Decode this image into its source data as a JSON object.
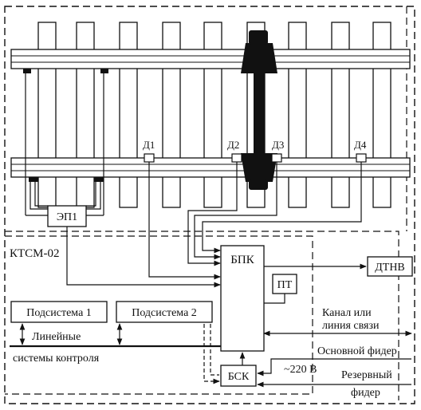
{
  "sensors": {
    "d1": "Д1",
    "d2": "Д2",
    "d3": "Д3",
    "d4": "Д4"
  },
  "ep1": "ЭП1",
  "ktsm": "КТСМ-02",
  "bpk": "БПК",
  "pt": "ПТ",
  "dtnv": "ДТНВ",
  "bsk": "БСК",
  "subsystem1": "Подсистема 1",
  "subsystem2": "Подсистема 2",
  "lines": {
    "lineynye": "Линейные",
    "sistemy": "системы контроля",
    "kanal1": "Канал или",
    "kanal2": "линия связи",
    "osnovnoy": "Основной фидер",
    "voltage": "~220 В",
    "rezerv1": "Резервный",
    "rezerv2": "фидер"
  },
  "colors": {
    "ink": "#111111",
    "background": "#ffffff"
  }
}
